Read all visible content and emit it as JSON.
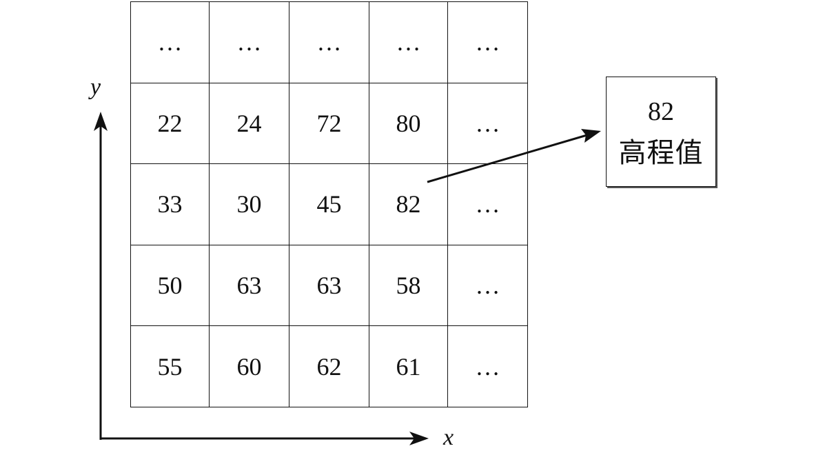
{
  "grid": {
    "rows": [
      [
        "…",
        "…",
        "…",
        "…",
        "…"
      ],
      [
        "22",
        "24",
        "72",
        "80",
        "…"
      ],
      [
        "33",
        "30",
        "45",
        "82",
        "…"
      ],
      [
        "50",
        "63",
        "63",
        "58",
        "…"
      ],
      [
        "55",
        "60",
        "62",
        "61",
        "…"
      ]
    ]
  },
  "axes": {
    "x_label": "x",
    "y_label": "y"
  },
  "callout": {
    "value": "82",
    "label": "高程值"
  }
}
